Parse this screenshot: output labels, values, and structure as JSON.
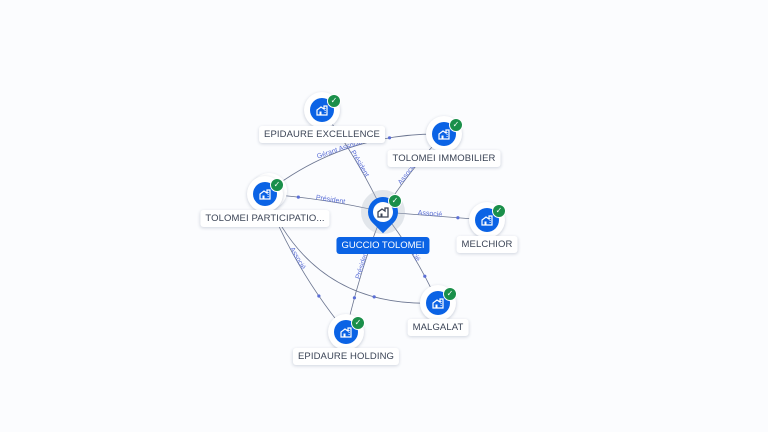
{
  "center": {
    "name": "GUCCIO TOLOMEI",
    "icon": "building-icon",
    "verified": true
  },
  "nodes": [
    {
      "id": "epidaure-excellence",
      "name": "EPIDAURE EXCELLENCE",
      "icon": "building-icon",
      "verified": true
    },
    {
      "id": "tolomei-immobilier",
      "name": "TOLOMEI IMMOBILIER",
      "icon": "building-icon",
      "verified": true
    },
    {
      "id": "tolomei-participations",
      "name": "TOLOMEI PARTICIPATIO...",
      "icon": "building-icon",
      "verified": true
    },
    {
      "id": "melchior",
      "name": "MELCHIOR",
      "icon": "building-icon",
      "verified": true
    },
    {
      "id": "malgalat",
      "name": "MALGALAT",
      "icon": "building-icon",
      "verified": true
    },
    {
      "id": "epidaure-holding",
      "name": "EPIDAURE HOLDING",
      "icon": "building-icon",
      "verified": true
    }
  ],
  "edges": [
    {
      "from": "center",
      "to": "epidaure-excellence",
      "label": "Président"
    },
    {
      "from": "center",
      "to": "tolomei-immobilier",
      "label": "Associé"
    },
    {
      "from": "center",
      "to": "tolomei-participations",
      "label": "Président"
    },
    {
      "from": "center",
      "to": "melchior",
      "label": "Associé"
    },
    {
      "from": "center",
      "to": "malgalat",
      "label": "Associé"
    },
    {
      "from": "center",
      "to": "epidaure-holding",
      "label": "Président"
    },
    {
      "from": "tolomei-participations",
      "to": "tolomei-immobilier",
      "label": "Gérant Associé"
    },
    {
      "from": "tolomei-participations",
      "to": "epidaure-holding",
      "label": "Associé"
    },
    {
      "from": "tolomei-participations",
      "to": "malgalat",
      "label": ""
    }
  ],
  "colors": {
    "accent": "#0b63e5",
    "verified": "#1a8f4a",
    "edge": "#6b7590",
    "edge_label": "#5b6fd6"
  },
  "check_glyph": "✓"
}
